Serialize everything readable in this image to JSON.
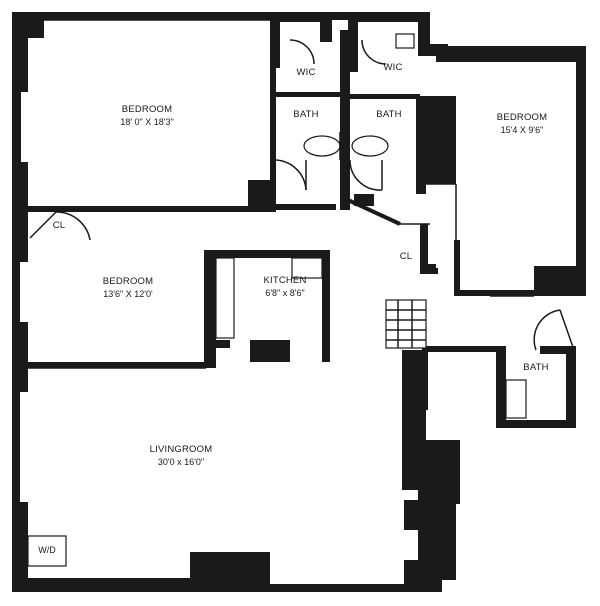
{
  "rooms": {
    "bedroom_1": {
      "name": "BEDROOM",
      "dims": "18' 0\" X 18'3\""
    },
    "bedroom_2": {
      "name": "BEDROOM",
      "dims": "13'6\" X 12'0'"
    },
    "bedroom_3": {
      "name": "BEDROOM",
      "dims": "15'4 X 9'6\""
    },
    "kitchen": {
      "name": "KITCHEN",
      "dims": "6'8\" x 8'6\""
    },
    "livingroom": {
      "name": "LIVINGROOM",
      "dims": "30'0 x 16'0\""
    },
    "wic_1": {
      "name": "WIC"
    },
    "wic_2": {
      "name": "WIC"
    },
    "bath_1": {
      "name": "BATH"
    },
    "bath_2": {
      "name": "BATH"
    },
    "bath_3": {
      "name": "BATH"
    },
    "closet_1": {
      "name": "CL"
    },
    "closet_2": {
      "name": "CL"
    }
  },
  "fixtures": {
    "washer_dryer": {
      "name": "W/D"
    }
  }
}
